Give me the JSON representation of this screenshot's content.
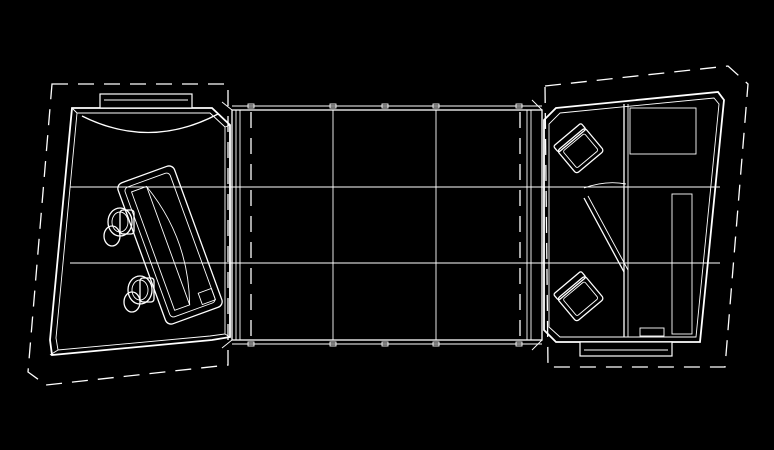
{
  "drawing": {
    "background": "#000000",
    "line_color": "#ffffff",
    "grid": {
      "columns": 4,
      "rows": 3
    },
    "left_room": {
      "console": {
        "seat_count": 2
      }
    },
    "right_room": {
      "chair_count": 2
    }
  }
}
